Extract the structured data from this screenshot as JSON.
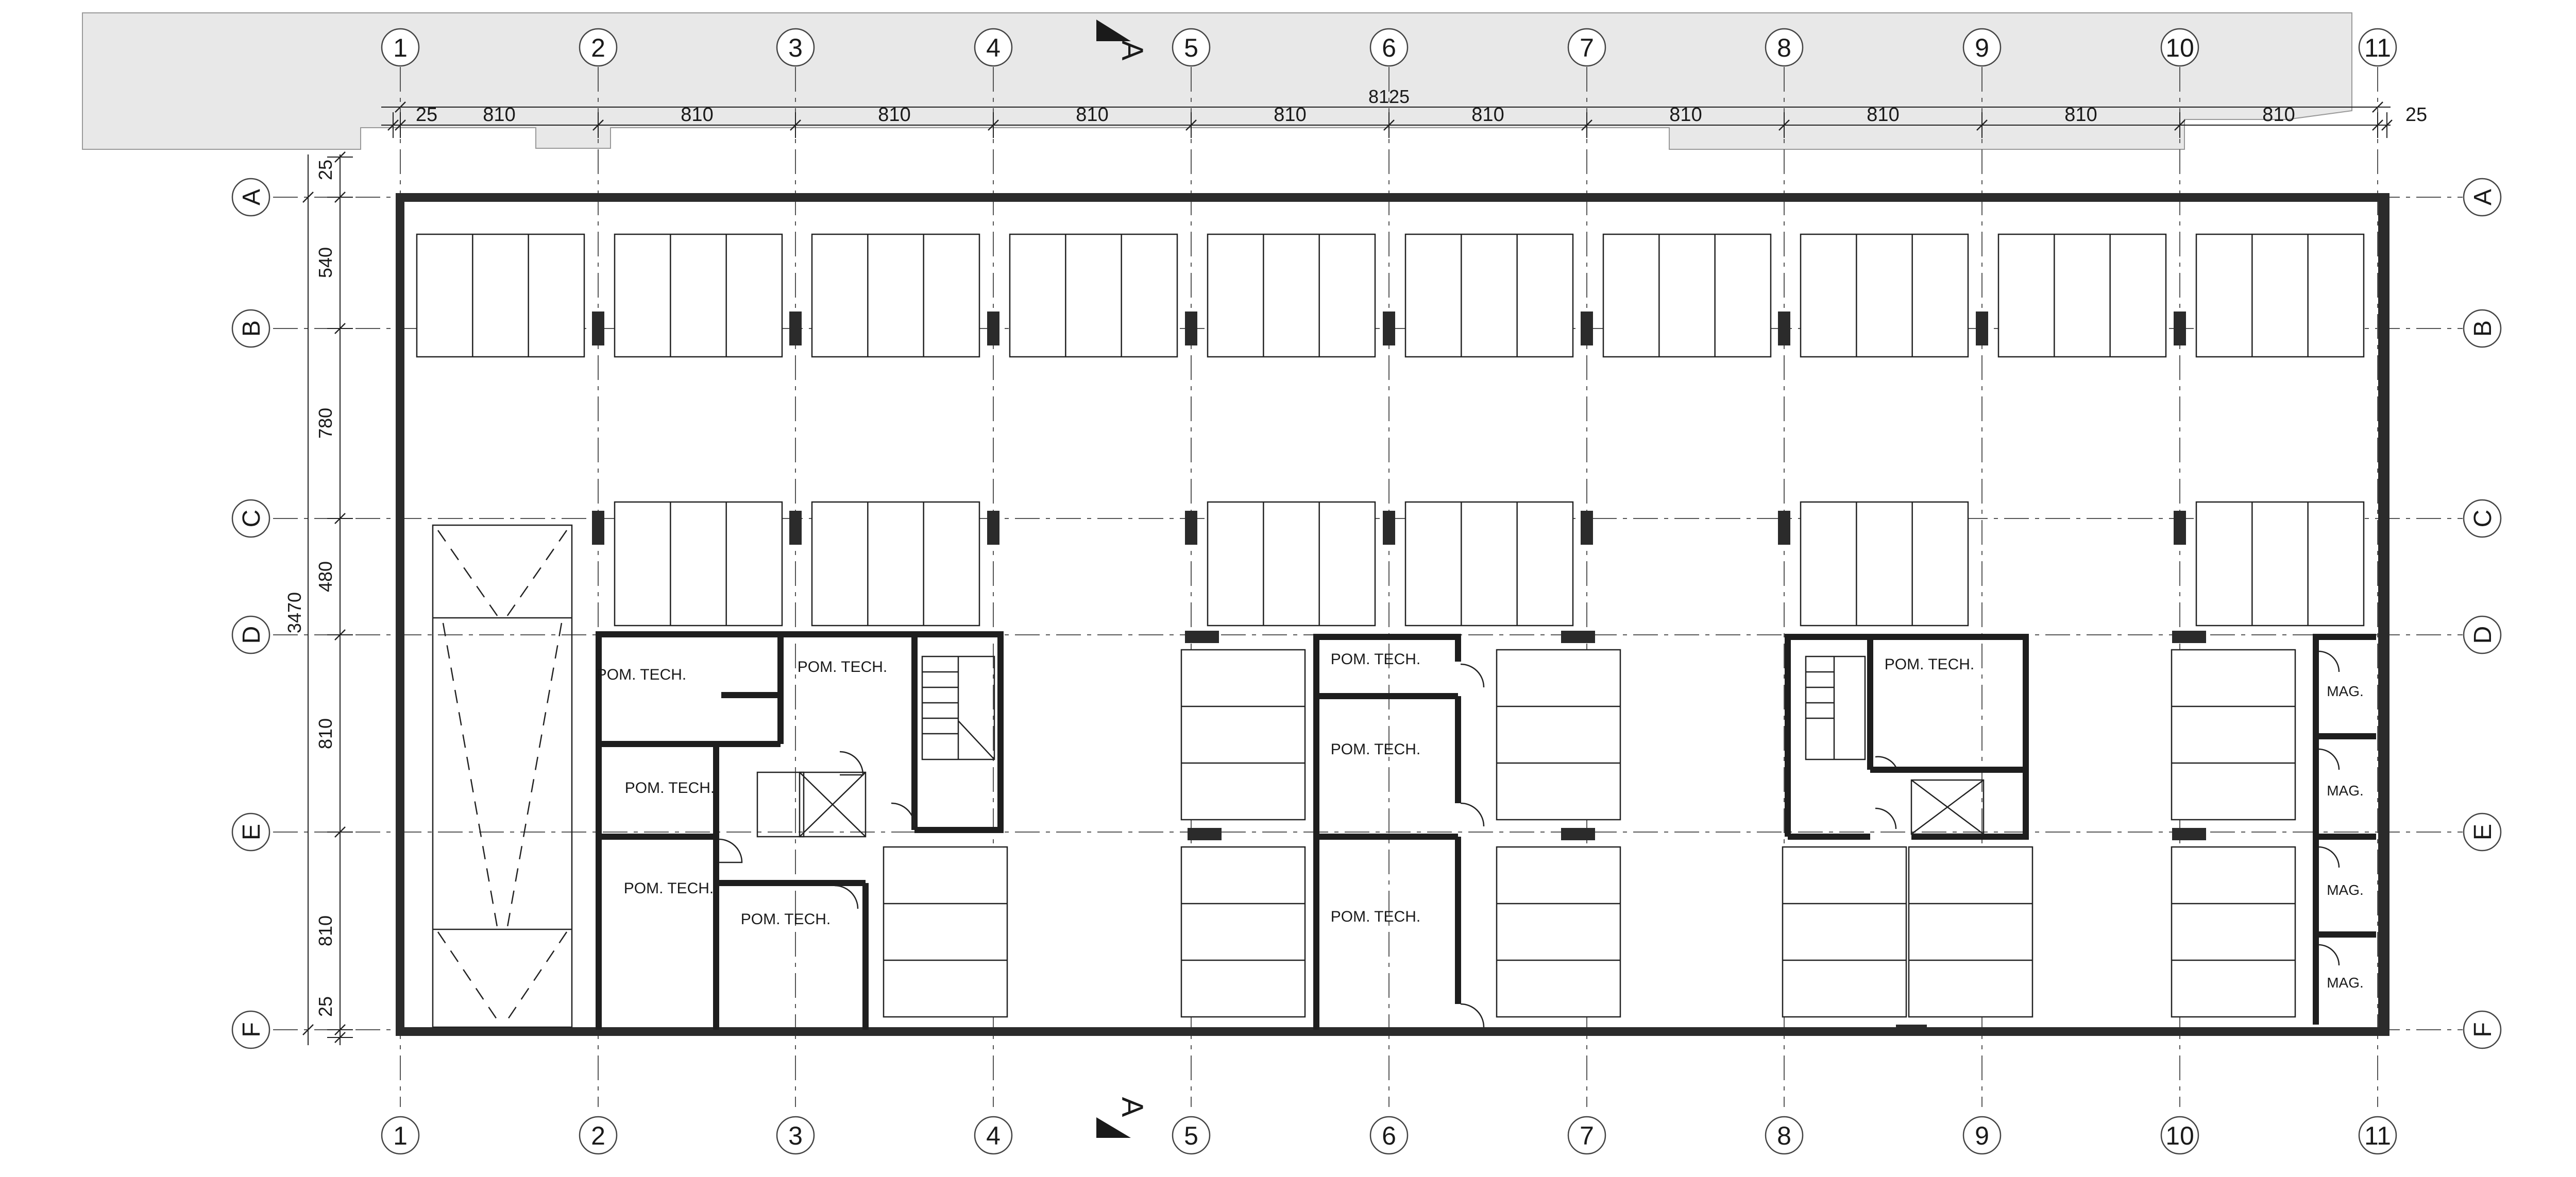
{
  "plan": {
    "columns": [
      "1",
      "2",
      "3",
      "4",
      "5",
      "6",
      "7",
      "8",
      "9",
      "10",
      "11"
    ],
    "rows": [
      "A",
      "B",
      "C",
      "D",
      "E",
      "F"
    ],
    "total_width_label": "8125",
    "top_dimensions": [
      "25",
      "810",
      "810",
      "810",
      "810",
      "810",
      "810",
      "810",
      "810",
      "810",
      "810",
      "25"
    ],
    "total_height_label": "3470",
    "side_dimensions": [
      "25",
      "540",
      "780",
      "480",
      "810",
      "810",
      "25"
    ],
    "section_mark": "A",
    "rooms": {
      "tech": "POM. TECH.",
      "mag": "MAG."
    },
    "colors": {
      "wall": "#2b2b2b",
      "band": "#e8e8e8",
      "grid": "#555555"
    }
  }
}
